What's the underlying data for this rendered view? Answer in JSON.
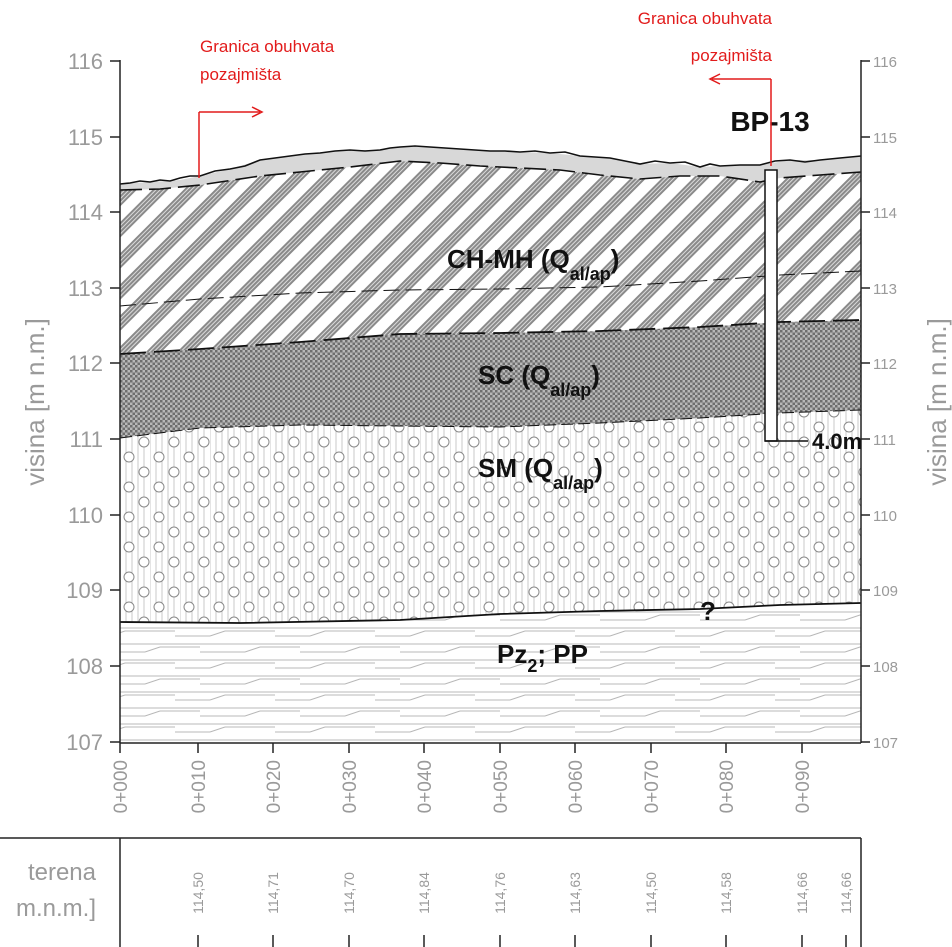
{
  "axis": {
    "left_title": "visina [m n.m.]",
    "right_title": "visina [m n.m.]",
    "y_ticks": [
      "116",
      "115",
      "114",
      "113",
      "112",
      "111",
      "110",
      "109",
      "108",
      "107"
    ],
    "y_range": [
      107,
      116
    ]
  },
  "chainage": [
    "0+000",
    "0+010",
    "0+020",
    "0+030",
    "0+040",
    "0+050",
    "0+060",
    "0+070",
    "0+080",
    "0+090"
  ],
  "table": {
    "row_label_1": "terena",
    "row_label_2": "m.n.m.]",
    "elevations": [
      "114,50",
      "114,71",
      "114,70",
      "114,84",
      "114,76",
      "114,63",
      "114,50",
      "114,58",
      "114,66",
      "114,66"
    ]
  },
  "annotations": {
    "boundary_left_1": "Granica obuhvata",
    "boundary_left_2": "pozajmišta",
    "boundary_right_1": "Granica obuhvata",
    "boundary_right_2": "pozajmišta",
    "question_mark": "?"
  },
  "borehole": {
    "name": "BP-13",
    "depth": "4.0m"
  },
  "layers": {
    "l1_main": "CH-MH (Q",
    "l1_sub": "al/ap",
    "l1_end": ")",
    "l2_main": "SC (Q",
    "l2_sub": "al/ap",
    "l2_end": ")",
    "l3_main": "SM (Q",
    "l3_sub": "al/ap",
    "l3_end": ")",
    "l4_main": "Pz",
    "l4_sub": "2",
    "l4_end": "; PP"
  },
  "colors": {
    "boundary": "#e21b1b",
    "axis_gray": "#9a9a9a",
    "hatch": "#808080"
  }
}
